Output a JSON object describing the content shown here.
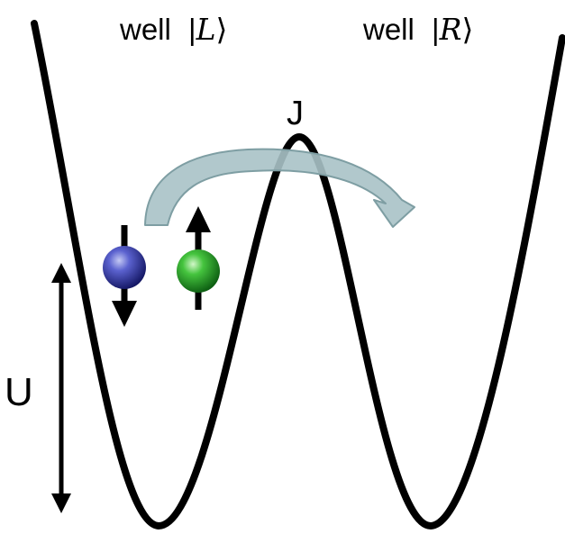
{
  "labels": {
    "well_left_word": "well",
    "well_left_ket": "L",
    "well_right_word": "well",
    "well_right_ket": "R",
    "tunneling": "J",
    "interaction": "U"
  },
  "colors": {
    "background": "#ffffff",
    "potential_line": "#000000",
    "hop_arrow_fill": "#a8c2c6",
    "hop_arrow_stroke": "#7e9ea3",
    "spin_down_particle": "#2b2f9a",
    "spin_up_particle": "#22a22a"
  },
  "particles": [
    {
      "spin": "down",
      "icon": "spin-down-arrow"
    },
    {
      "spin": "up",
      "icon": "spin-up-arrow"
    }
  ]
}
